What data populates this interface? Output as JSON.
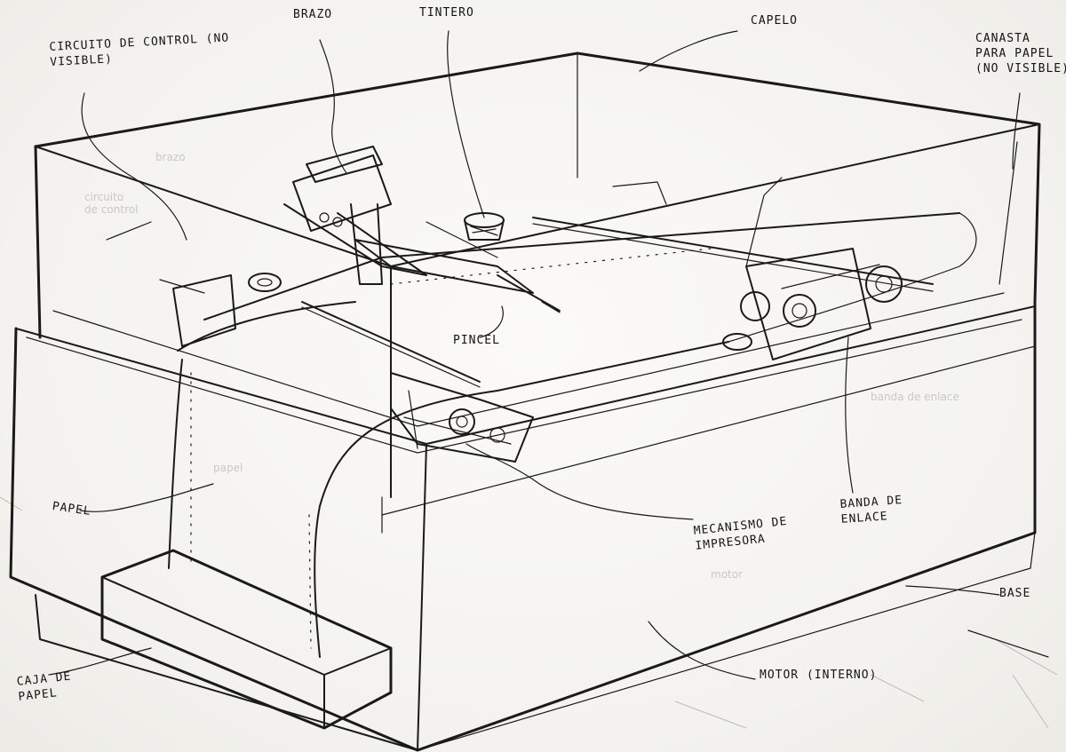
{
  "labels": {
    "circuito": "CIRCUITO DE CONTROL (NO\nVISIBLE)",
    "brazo": "BRAZO",
    "tintero": "TINTERO",
    "capelo": "CAPELO",
    "canasta": "CANASTA\nPARA PAPEL\n(NO VISIBLE)",
    "pincel": "PINCEL",
    "papel": "PAPEL",
    "mecanismo": "MECANISMO DE\nIMPRESORA",
    "banda": "BANDA DE\nENLACE",
    "base": "BASE",
    "motor": "MOTOR (INTERNO)",
    "caja": "CAJA DE\nPAPEL"
  },
  "ink_color": "#1a1a1a",
  "paper_color": "#f7f6f2"
}
